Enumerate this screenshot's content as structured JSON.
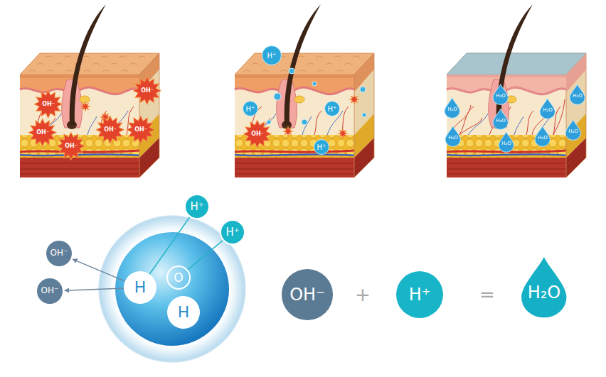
{
  "diagram": {
    "nodes": [
      {
        "text": [
          "OH⁻"
        ]
      },
      {
        "text": [
          "OH⁻"
        ]
      },
      {
        "text": [
          "OH⁻"
        ]
      },
      {
        "text": [
          "OH⁻"
        ]
      },
      {
        "text": [
          "OH⁻"
        ]
      },
      {
        "text": [
          "OH⁻"
        ]
      },
      {
        "text": [
          "H⁺"
        ]
      },
      {
        "text": [
          "H⁺"
        ]
      },
      {
        "text": [
          "H⁺"
        ]
      },
      {
        "text": [
          "H⁺"
        ]
      },
      {
        "text": [
          "OH⁻"
        ]
      },
      {
        "text": [
          "H₂O"
        ]
      },
      {
        "text": [
          "H₂O"
        ]
      },
      {
        "text": [
          "H₂O"
        ]
      },
      {
        "text": [
          "H₂O"
        ]
      },
      {
        "text": [
          "H₂O"
        ]
      },
      {
        "text": [
          "H₂O"
        ]
      },
      {
        "text": [
          "H₂O"
        ]
      },
      {
        "text": [
          "H₂O"
        ]
      },
      {
        "text": [
          "H₂O"
        ]
      },
      {
        "text": [
          "H⁺"
        ]
      },
      {
        "text": [
          "H⁺"
        ]
      },
      {
        "text": [
          "OH⁻"
        ]
      },
      {
        "text": [
          "OH⁻"
        ]
      },
      {
        "text": [
          "H"
        ]
      },
      {
        "text": [
          "O"
        ]
      },
      {
        "text": [
          "H"
        ]
      },
      {
        "text": [
          "OH⁻"
        ]
      },
      {
        "text": [
          "H⁺"
        ]
      },
      {
        "text": [
          "H₂O"
        ]
      }
    ],
    "edges": [
      {
        "from": 24,
        "to": 22,
        "arrow": "to"
      },
      {
        "from": 24,
        "to": 23,
        "arrow": "to"
      },
      {
        "from": 20,
        "to": 24,
        "arrow": "none"
      },
      {
        "from": 21,
        "to": 25,
        "arrow": "none"
      }
    ],
    "labels": [
      "+",
      "="
    ]
  }
}
